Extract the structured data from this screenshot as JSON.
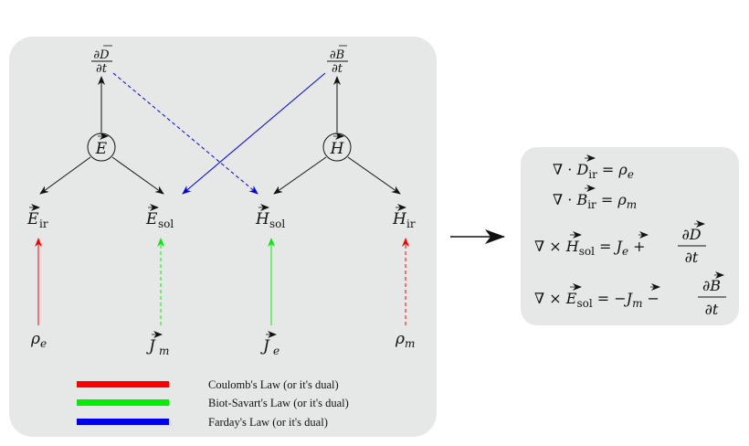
{
  "nodes": {
    "dD_num": "∂D",
    "dD_den": "∂t",
    "dB_num": "∂B",
    "dB_den": "∂t",
    "E_circle": "E",
    "H_circle": "H",
    "E_ir": "E",
    "E_ir_sub": "ir",
    "E_sol": "E",
    "E_sol_sub": "sol",
    "H_sol": "H",
    "H_sol_sub": "sol",
    "H_ir": "H",
    "H_ir_sub": "ir",
    "rho_e": "ρ",
    "rho_e_sub": "e",
    "J_m": "J",
    "J_m_sub": "m",
    "J_e": "J",
    "J_e_sub": "e",
    "rho_m": "ρ",
    "rho_m_sub": "m"
  },
  "legend": [
    {
      "label": "Coulomb's Law (or it's dual)",
      "color": "#ff0000"
    },
    {
      "label": "Biot-Savart's Law (or it's dual)",
      "color": "#00ee00"
    },
    {
      "label": "Farday's Law (or it's dual)",
      "color": "#0000ee"
    }
  ],
  "equations": {
    "eq1_lhs_op": "∇ · ",
    "eq1_lhs_var": "D",
    "eq1_lhs_sub": "ir",
    "eq1_eq": " = ",
    "eq1_rhs_var": "ρ",
    "eq1_rhs_sub": "e",
    "eq2_lhs_op": "∇ · ",
    "eq2_lhs_var": "B",
    "eq2_lhs_sub": "ir",
    "eq2_eq": " = ",
    "eq2_rhs_var": "ρ",
    "eq2_rhs_sub": "m",
    "eq3_lhs_op": "∇ × ",
    "eq3_lhs_var": "H",
    "eq3_lhs_sub": "sol",
    "eq3_eq": " = ",
    "eq3_rhs_var": "J",
    "eq3_rhs_sub": "e",
    "eq3_plus": " + ",
    "eq3_frac_num": "∂D",
    "eq3_frac_den": "∂t",
    "eq4_lhs_op": "∇ × ",
    "eq4_lhs_var": "E",
    "eq4_lhs_sub": "sol",
    "eq4_eq": " = −",
    "eq4_rhs_var": "J",
    "eq4_rhs_sub": "m",
    "eq4_minus": " − ",
    "eq4_frac_num": "∂B",
    "eq4_frac_den": "∂t"
  },
  "colors": {
    "red": "#ff0000",
    "green": "#00ee00",
    "blue": "#0000ee",
    "black": "#111111",
    "panel": "#e6e8e8"
  }
}
